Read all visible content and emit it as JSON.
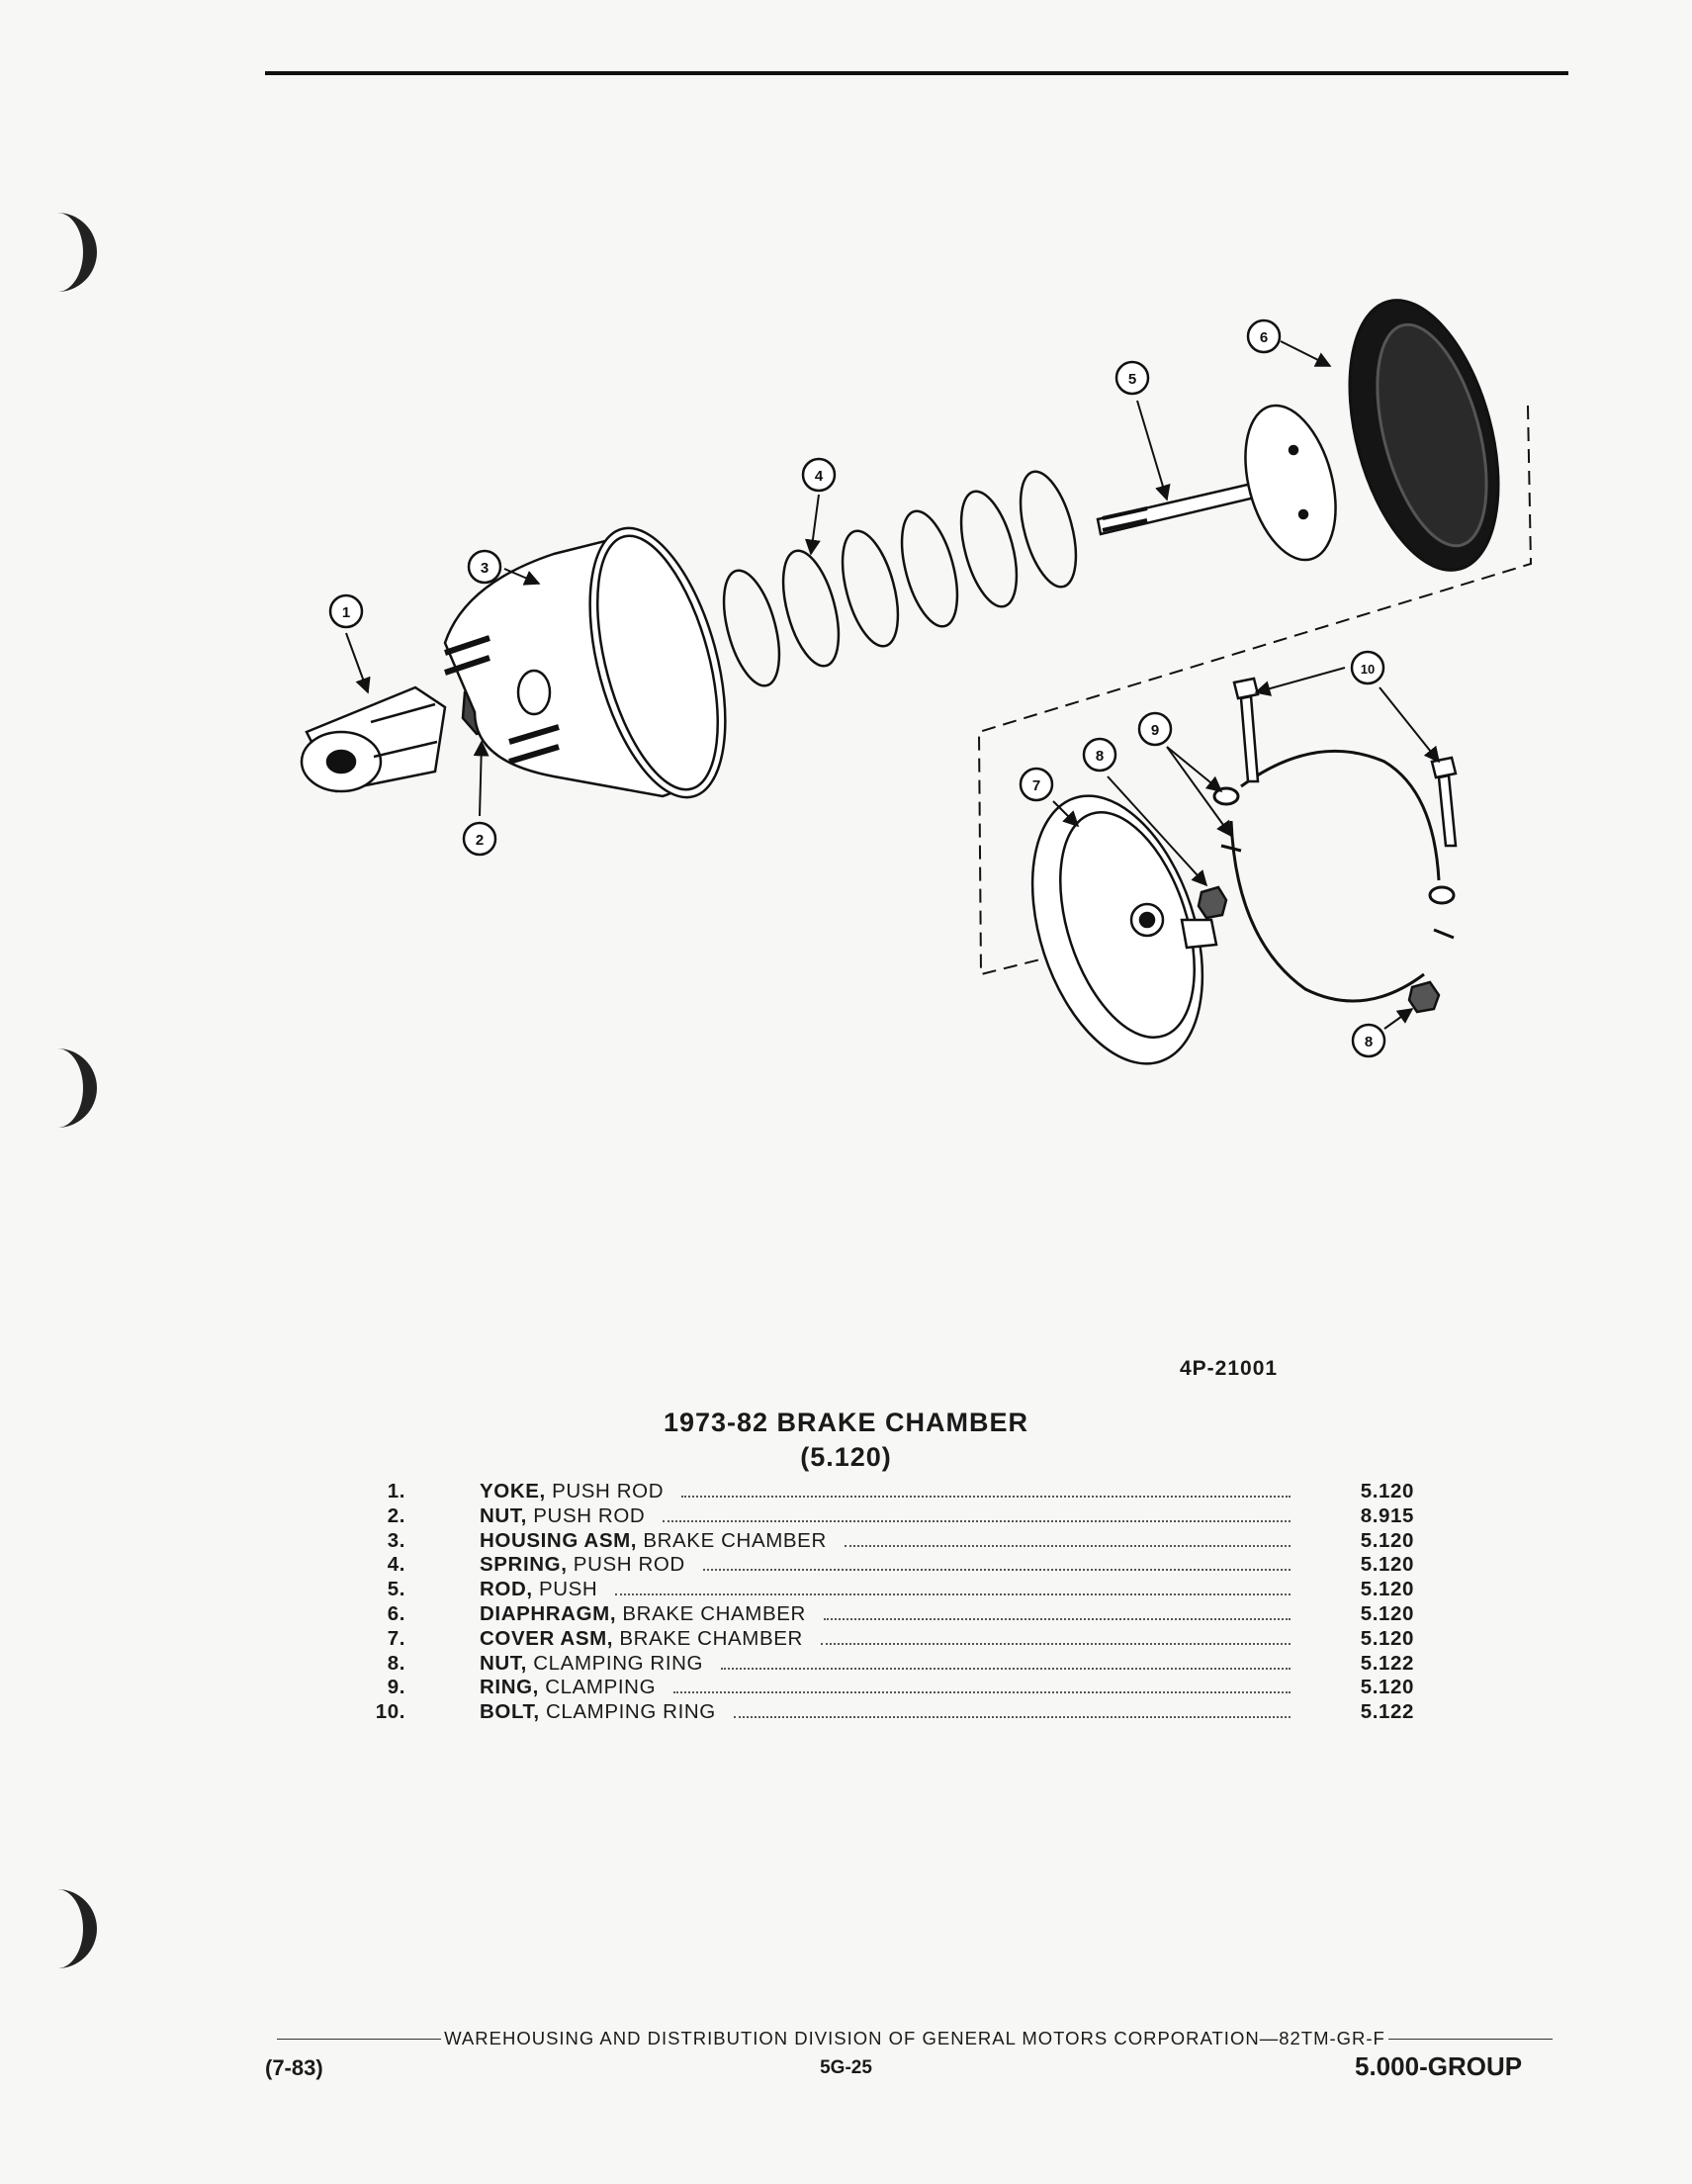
{
  "figure": {
    "number": "4P-21001",
    "callouts": [
      "1",
      "2",
      "3",
      "4",
      "5",
      "6",
      "7",
      "8",
      "9",
      "10"
    ]
  },
  "title": {
    "line1": "1973-82 BRAKE CHAMBER",
    "line2": "(5.120)"
  },
  "parts": [
    {
      "num": "1.",
      "name": "YOKE,",
      "desc": "PUSH ROD",
      "ref": "5.120"
    },
    {
      "num": "2.",
      "name": "NUT,",
      "desc": "PUSH ROD",
      "ref": "8.915"
    },
    {
      "num": "3.",
      "name": "HOUSING ASM,",
      "desc": "BRAKE CHAMBER",
      "ref": "5.120"
    },
    {
      "num": "4.",
      "name": "SPRING,",
      "desc": "PUSH ROD",
      "ref": "5.120"
    },
    {
      "num": "5.",
      "name": "ROD,",
      "desc": "PUSH",
      "ref": "5.120"
    },
    {
      "num": "6.",
      "name": "DIAPHRAGM,",
      "desc": "BRAKE CHAMBER",
      "ref": "5.120"
    },
    {
      "num": "7.",
      "name": "COVER ASM,",
      "desc": "BRAKE CHAMBER",
      "ref": "5.120"
    },
    {
      "num": "8.",
      "name": "NUT,",
      "desc": "CLAMPING RING",
      "ref": "5.122"
    },
    {
      "num": "9.",
      "name": "RING,",
      "desc": "CLAMPING",
      "ref": "5.120"
    },
    {
      "num": "10.",
      "name": "BOLT,",
      "desc": "CLAMPING RING",
      "ref": "5.122"
    }
  ],
  "footer": {
    "division": "WAREHOUSING AND DISTRIBUTION DIVISION OF GENERAL MOTORS CORPORATION—82TM-GR-F",
    "date": "(7-83)",
    "page": "5G-25",
    "group": "5.000-GROUP"
  }
}
